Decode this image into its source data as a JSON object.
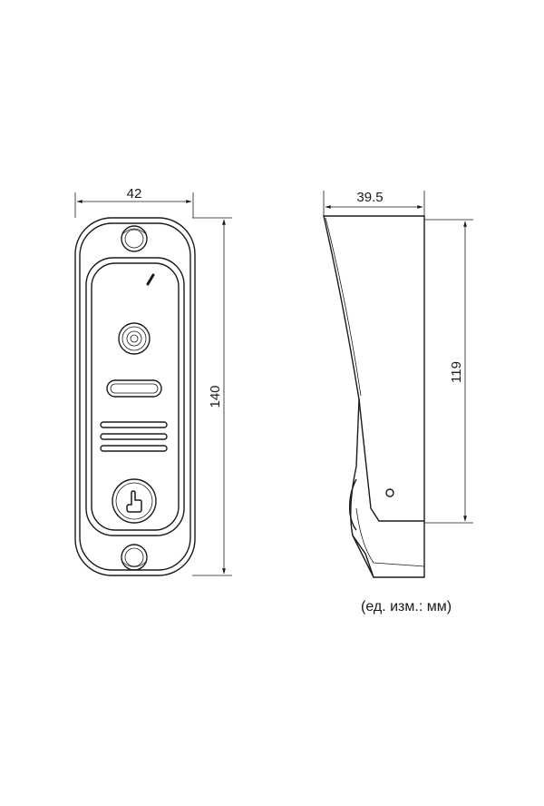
{
  "dimensions": {
    "front_width": "42",
    "front_height": "140",
    "side_depth": "39.5",
    "side_height": "119"
  },
  "units_note": "(ед. изм.: мм)",
  "icons": [
    "screw-hole-icon",
    "camera-lens-icon",
    "indicator-slot-icon",
    "speaker-grille-icon",
    "call-button-hand-icon"
  ]
}
